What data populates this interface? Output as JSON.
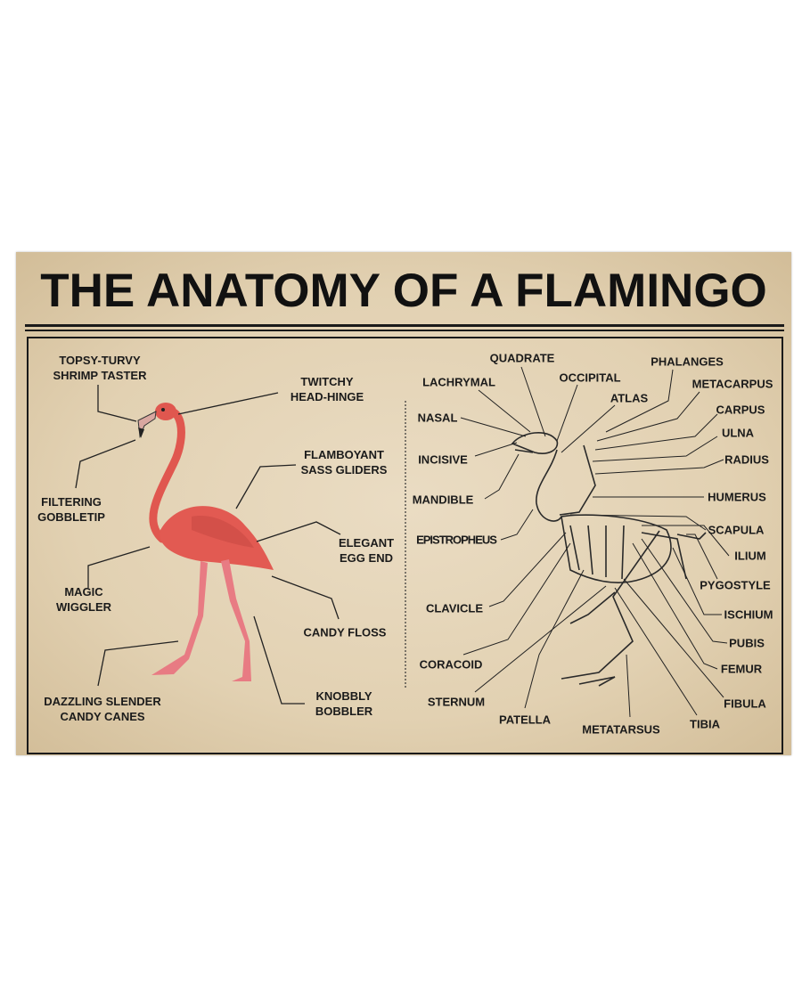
{
  "title": "THE ANATOMY OF A FLAMINGO",
  "colors": {
    "paper": "#e2d1b2",
    "ink": "#1b1b1b",
    "flamingo": "#e0574f"
  },
  "flamingo_labels": {
    "shrimp_taster": [
      "TOPSY-TURVY",
      "SHRIMP TASTER"
    ],
    "head_hinge": [
      "TWITCHY",
      "HEAD-HINGE"
    ],
    "sass_gliders": [
      "FLAMBOYANT",
      "SASS GLIDERS"
    ],
    "gobbletip": [
      "FILTERING",
      "GOBBLETIP"
    ],
    "egg_end": [
      "ELEGANT",
      "EGG END"
    ],
    "wiggler": [
      "MAGIC",
      "WIGGLER"
    ],
    "candy_floss": [
      "CANDY FLOSS"
    ],
    "candy_canes": [
      "DAZZLING SLENDER",
      "CANDY CANES"
    ],
    "bobbler": [
      "KNOBBLY",
      "BOBBLER"
    ]
  },
  "skeleton_labels": {
    "quadrate": "QUADRATE",
    "lachrymal": "LACHRYMAL",
    "occipital": "OCCIPITAL",
    "phalanges": "PHALANGES",
    "metacarpus": "METACARPUS",
    "atlas": "ATLAS",
    "nasal": "NASAL",
    "carpus": "CARPUS",
    "ulna": "ULNA",
    "incisive": "INCISIVE",
    "radius": "RADIUS",
    "mandible": "MANDIBLE",
    "humerus": "HUMERUS",
    "epistropheus": "EPISTROPHEUS",
    "scapula": "SCAPULA",
    "ilium": "ILIUM",
    "pygostyle": "PYGOSTYLE",
    "clavicle": "CLAVICLE",
    "ischium": "ISCHIUM",
    "pubis": "PUBIS",
    "coracoid": "CORACOID",
    "femur": "FEMUR",
    "sternum": "STERNUM",
    "fibula": "FIBULA",
    "patella": "PATELLA",
    "metatarsus": "METATARSUS",
    "tibia": "TIBIA"
  }
}
